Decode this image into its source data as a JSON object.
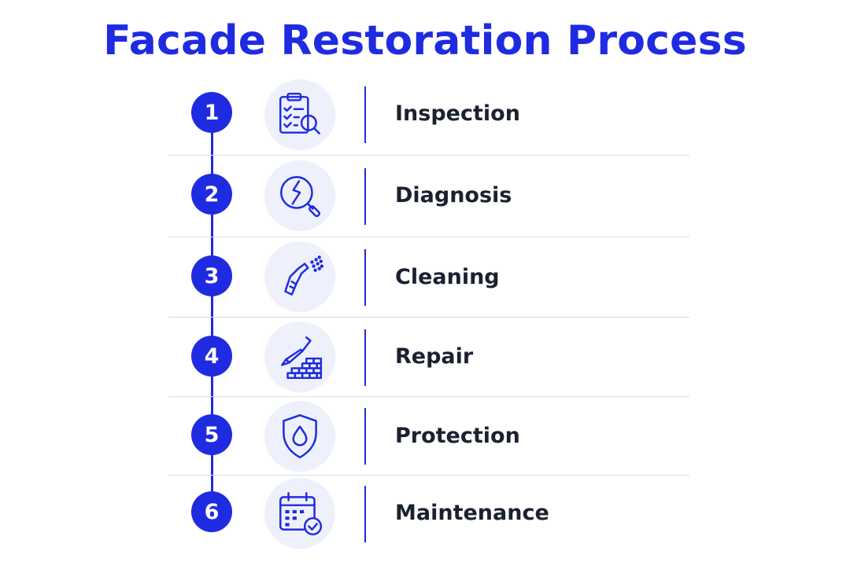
{
  "title": "Facade Restoration Process",
  "colors": {
    "accent": "#1f2be0",
    "icon_bg": "#eef0fb",
    "divider": "#dcdde3",
    "label_text": "#1c2130"
  },
  "steps": [
    {
      "number": "1",
      "label": "Inspection",
      "icon": "clipboard-magnifier-icon"
    },
    {
      "number": "2",
      "label": "Diagnosis",
      "icon": "crack-magnifier-icon"
    },
    {
      "number": "3",
      "label": "Cleaning",
      "icon": "pressure-washer-icon"
    },
    {
      "number": "4",
      "label": "Repair",
      "icon": "trowel-bricks-icon"
    },
    {
      "number": "5",
      "label": "Protection",
      "icon": "shield-droplet-icon"
    },
    {
      "number": "6",
      "label": "Maintenance",
      "icon": "calendar-check-icon"
    }
  ]
}
